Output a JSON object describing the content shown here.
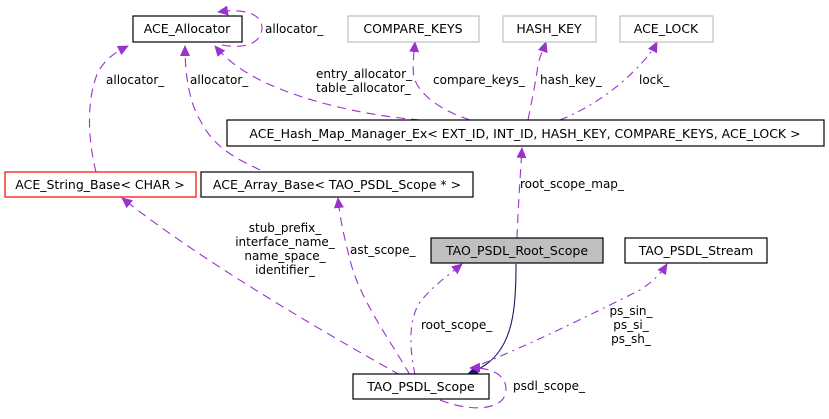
{
  "diagram": {
    "kind": "collaboration-graph",
    "colors": {
      "usage_edge": "#9a32cd",
      "inheritance_edge": "#191970",
      "node_border": "#000000",
      "template_param_border": "#bfbfbf",
      "truncated_border": "#ff0000",
      "focus_fill": "#bfbfbf"
    },
    "nodes": {
      "ace_allocator": "ACE_Allocator",
      "compare_keys": "COMPARE_KEYS",
      "hash_key": "HASH_KEY",
      "ace_lock": "ACE_LOCK",
      "hash_map_manager": "ACE_Hash_Map_Manager_Ex< EXT_ID, INT_ID, HASH_KEY, COMPARE_KEYS, ACE_LOCK >",
      "string_base": "ACE_String_Base< CHAR >",
      "array_base": "ACE_Array_Base< TAO_PSDL_Scope * >",
      "root_scope": "TAO_PSDL_Root_Scope",
      "stream": "TAO_PSDL_Stream",
      "scope": "TAO_PSDL_Scope"
    },
    "edge_labels": {
      "allocator_self": "allocator_",
      "allocator_string": "allocator_",
      "allocator_array": "allocator_",
      "entry_allocator": "entry_allocator_",
      "table_allocator": "table_allocator_",
      "compare_keys": "compare_keys_",
      "hash_key": "hash_key_",
      "lock": "lock_",
      "root_scope_map": "root_scope_map_",
      "stub_prefix": "stub_prefix_",
      "interface_name": "interface_name_",
      "name_space": "name_space_",
      "identifier": "identifier_",
      "ast_scope": "ast_scope_",
      "root_scope": "root_scope_",
      "ps_sin": "ps_sin_",
      "ps_si": "ps_si_",
      "ps_sh": "ps_sh_",
      "psdl_scope": "psdl_scope_"
    }
  }
}
